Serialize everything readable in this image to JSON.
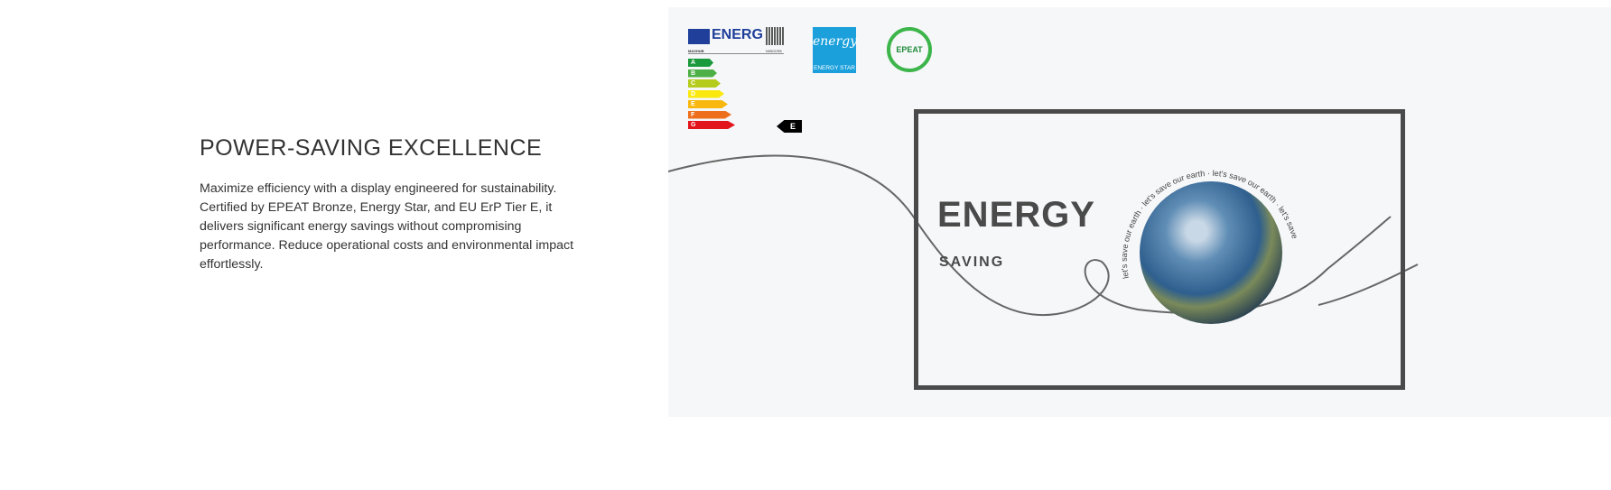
{
  "section": {
    "title": "POWER-SAVING EXCELLENCE",
    "description": "Maximize efficiency with a display engineered for sustainability. Certified by EPEAT Bronze, Energy Star, and EU ErP Tier E, it delivers significant energy savings without compromising performance. Reduce operational costs and environmental impact effortlessly."
  },
  "energy_label": {
    "heading": "ENERG",
    "brand": "MAXHUB",
    "model": "N050CR8",
    "classes": [
      "A",
      "B",
      "C",
      "D",
      "E",
      "F",
      "G"
    ],
    "colors": [
      "#1a9a3c",
      "#4cb046",
      "#b6cc1c",
      "#fbe90e",
      "#f9b80f",
      "#ee6f1b",
      "#e3151c"
    ],
    "rating": "E"
  },
  "energy_star": {
    "script": "energy",
    "label": "ENERGY STAR"
  },
  "epeat": {
    "label": "EPEAT"
  },
  "image": {
    "headline": "ENERGY",
    "subheadline": "SAVING",
    "slogan": "let's save our earth"
  }
}
